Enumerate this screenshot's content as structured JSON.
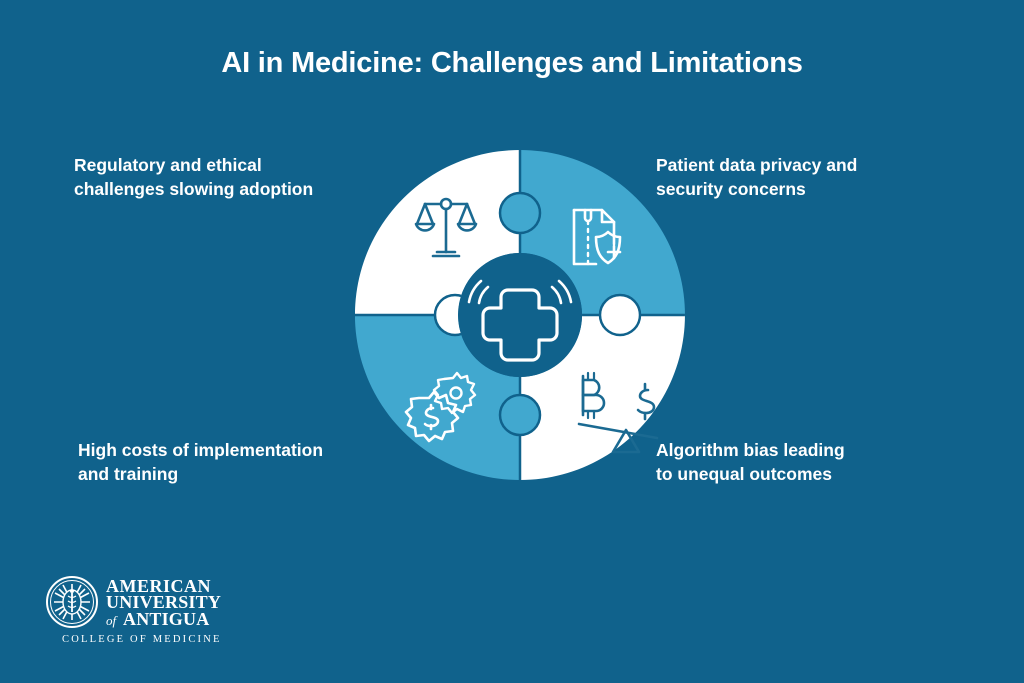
{
  "theme": {
    "background": "#10628c",
    "quadrant_light": "#41a8cf",
    "quadrant_white": "#ffffff",
    "hub": "#10628c",
    "icon_dark": "#1b6a92",
    "text": "#ffffff"
  },
  "header": {
    "title": "AI in Medicine: Challenges and Limitations"
  },
  "diagram": {
    "type": "puzzle-wheel",
    "center_icon": "medical-cross-signal-icon",
    "quadrants": [
      {
        "position": "top-left",
        "fill": "white",
        "icon": "balance-scales-icon",
        "label": "Regulatory and ethical challenges slowing adoption",
        "label_line1": "Regulatory and ethical",
        "label_line2": "challenges slowing adoption"
      },
      {
        "position": "top-right",
        "fill": "light-blue",
        "icon": "secure-document-shield-icon",
        "label": "Patient data privacy and security concerns",
        "label_line1": "Patient data privacy and",
        "label_line2": "security concerns"
      },
      {
        "position": "bottom-left",
        "fill": "light-blue",
        "icon": "cost-gears-dollar-icon",
        "label": "High costs of implementation and training",
        "label_line1": "High costs of implementation",
        "label_line2": "and training"
      },
      {
        "position": "bottom-right",
        "fill": "white",
        "icon": "unbalanced-seesaw-icon",
        "label": "Algorithm bias leading to unequal outcomes",
        "label_line1": "Algorithm bias leading",
        "label_line2": "to unequal outcomes"
      }
    ],
    "seesaw_symbols": {
      "left": "B",
      "right": "$"
    },
    "gear_symbol": "$",
    "shield_symbol": "+"
  },
  "logo": {
    "line1": "AMERICAN",
    "line2": "UNIVERSITY",
    "line3_prefix": "of",
    "line3": "ANTIGUA",
    "tagline": "COLLEGE OF MEDICINE",
    "seal": "university-seal-icon"
  }
}
